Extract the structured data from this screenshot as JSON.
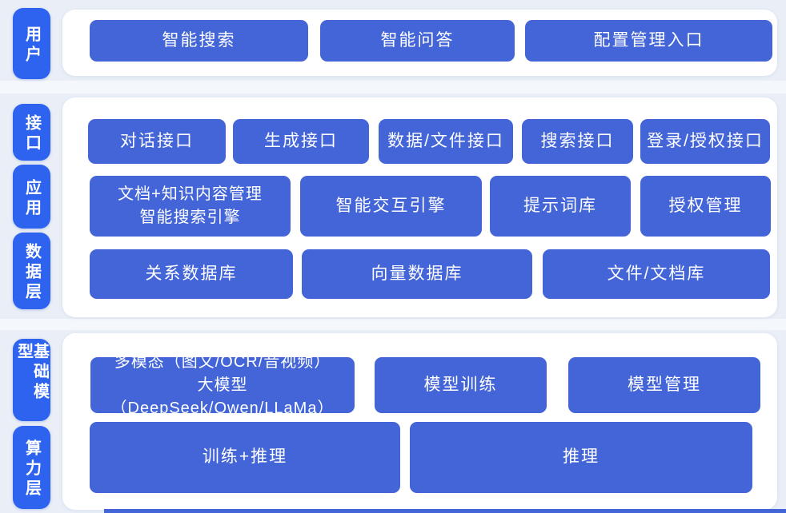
{
  "colors": {
    "page_bg": "#e9eef7",
    "panel_bg": "#ffffff",
    "label_blue": "#2e63f0",
    "button_blue": "#4365d8",
    "text_white": "#ffffff"
  },
  "layers": {
    "user": {
      "label": "用户",
      "buttons": [
        "智能搜索",
        "智能问答",
        "配置管理入口"
      ]
    },
    "middle": {
      "labels": [
        "接口",
        "应用",
        "数据层"
      ],
      "row_interfaces": [
        "对话接口",
        "生成接口",
        "数据/文件接口",
        "搜索接口",
        "登录/授权接口"
      ],
      "row_apps": {
        "doc_engine_lines": [
          "文档+知识内容管理",
          "智能搜索引擎"
        ],
        "others": [
          "智能交互引擎",
          "提示词库",
          "授权管理"
        ]
      },
      "row_data": [
        "关系数据库",
        "向量数据库",
        "文件/文档库"
      ]
    },
    "foundation": {
      "labels": [
        "基础模型",
        "算力层"
      ],
      "row_models": {
        "multimodal_lines": [
          "多模态（图文/OCR/音视频）",
          "大模型（DeepSeek/Qwen/LLaMa）"
        ],
        "others": [
          "模型训练",
          "模型管理"
        ]
      },
      "row_compute": [
        "训练+推理",
        "推理"
      ]
    }
  }
}
